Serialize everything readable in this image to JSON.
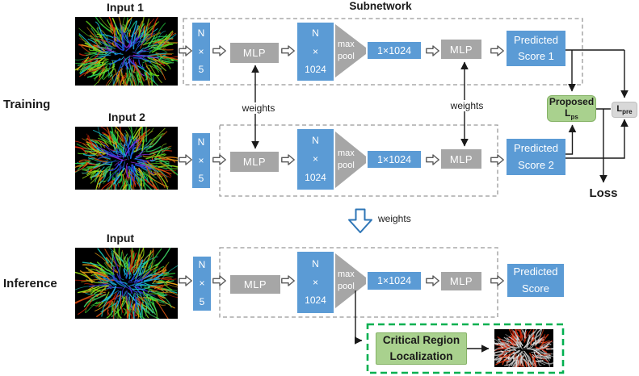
{
  "labels": {
    "training": "Training",
    "inference": "Inference",
    "subnetwork": "Subnetwork",
    "input1": "Input 1",
    "input2": "Input 2",
    "input3": "Input",
    "loss": "Loss",
    "weights": "weights"
  },
  "boxes": {
    "n5": [
      "N",
      "×",
      "5"
    ],
    "n1024": [
      "N",
      "×",
      "1024"
    ],
    "maxpool": [
      "max",
      "pool"
    ],
    "vec1024": "1×1024",
    "mlp": "MLP",
    "pred1": [
      "Predicted",
      "Score 1"
    ],
    "pred2": [
      "Predicted",
      "Score 2"
    ],
    "pred3": [
      "Predicted",
      "Score"
    ],
    "proposed": {
      "line1": "Proposed",
      "base": "L",
      "sub": "ps"
    },
    "lpre": {
      "base": "L",
      "sub": "pre"
    },
    "crl": [
      "Critical Region",
      "Localization"
    ]
  },
  "colors": {
    "box_blue": "#5b9bd5",
    "box_gray": "#a6a6a6",
    "green_fill": "#a9d18e",
    "green_border": "#85b266",
    "lpre_fill": "#d8d8d8",
    "dash_gray": "#999999",
    "dash_green": "#00b050",
    "flow_arrow_outline": "#595959",
    "weights_arrow_blue": "#2e75b6",
    "connector_line": "#1a1a1a"
  },
  "icons": {
    "flow_arrow": "block-right-arrow",
    "weights_transfer": "block-down-arrow"
  },
  "images": {
    "input1": {
      "bg": "#000000",
      "seed": 7,
      "count": 340,
      "core": [
        "#2b3fe0",
        "#1668e8",
        "#8a2be2",
        "#20b8e8"
      ],
      "outer": [
        "#24c93f",
        "#5fd41c",
        "#a2e018",
        "#e8a013",
        "#e05c10",
        "#d8290a",
        "#17c3cf",
        "#2fd969"
      ]
    },
    "input2": {
      "bg": "#000000",
      "seed": 13,
      "count": 340,
      "core": [
        "#2b3fe0",
        "#1668e8",
        "#8a2be2",
        "#20b8e8"
      ],
      "outer": [
        "#24c93f",
        "#5fd41c",
        "#a2e018",
        "#e8a013",
        "#e05c10",
        "#d8290a",
        "#17c3cf",
        "#2fd969"
      ]
    },
    "input3": {
      "bg": "#000000",
      "seed": 29,
      "count": 340,
      "core": [
        "#1f54e0",
        "#20b8e8",
        "#3c2fd0",
        "#15a8d8"
      ],
      "outer": [
        "#2bc33c",
        "#64d81e",
        "#97dd16",
        "#e8a013",
        "#df5710",
        "#d32508",
        "#19c9b8",
        "#3fe06a"
      ]
    },
    "critical": {
      "bg": "#000000",
      "seed": 41,
      "count": 230,
      "core": [
        "#ededed",
        "#d4d4d4",
        "#c2c2c2"
      ],
      "outer": [
        "#f4f4f4",
        "#bdbdbd",
        "#d42309",
        "#e23a12",
        "#a3a3a3",
        "#dcdcdc"
      ]
    }
  }
}
